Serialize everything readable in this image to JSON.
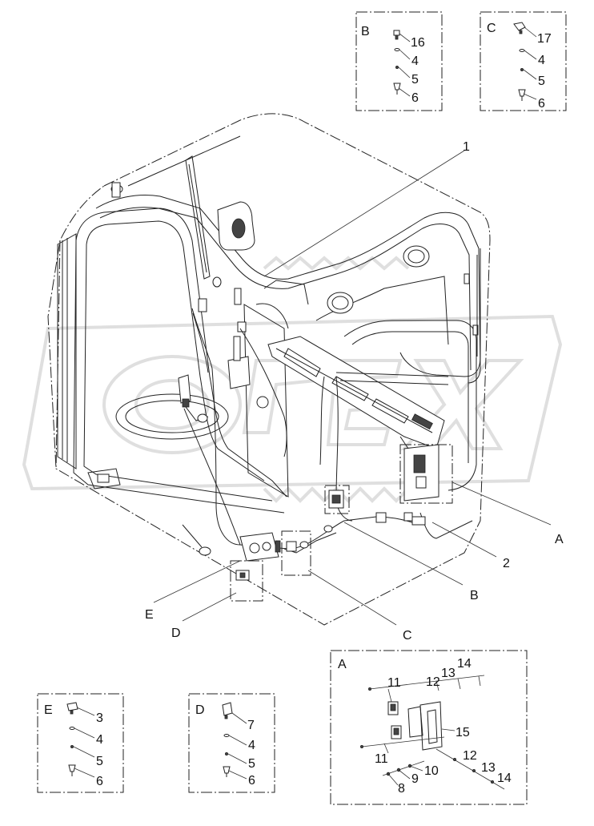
{
  "callouts": {
    "c1": "1",
    "c2": "2",
    "cA": "A",
    "cB": "B",
    "cC": "C",
    "cD": "D",
    "cE": "E"
  },
  "detail_B": {
    "letter": "B",
    "items": [
      "16",
      "4",
      "5",
      "6"
    ]
  },
  "detail_C": {
    "letter": "C",
    "items": [
      "17",
      "4",
      "5",
      "6"
    ]
  },
  "detail_E": {
    "letter": "E",
    "items": [
      "3",
      "4",
      "5",
      "6"
    ]
  },
  "detail_D": {
    "letter": "D",
    "items": [
      "7",
      "4",
      "5",
      "6"
    ]
  },
  "detail_A": {
    "letter": "A",
    "top": [
      "11",
      "12",
      "13",
      "14"
    ],
    "right": "15",
    "bottom_left": "11",
    "bottom": [
      "12",
      "13",
      "14"
    ],
    "lower": [
      "8",
      "9",
      "10"
    ]
  },
  "watermark": "OPEX",
  "icons": [
    "cab-frame-drawing",
    "wiring-harness",
    "fastener-parts"
  ]
}
